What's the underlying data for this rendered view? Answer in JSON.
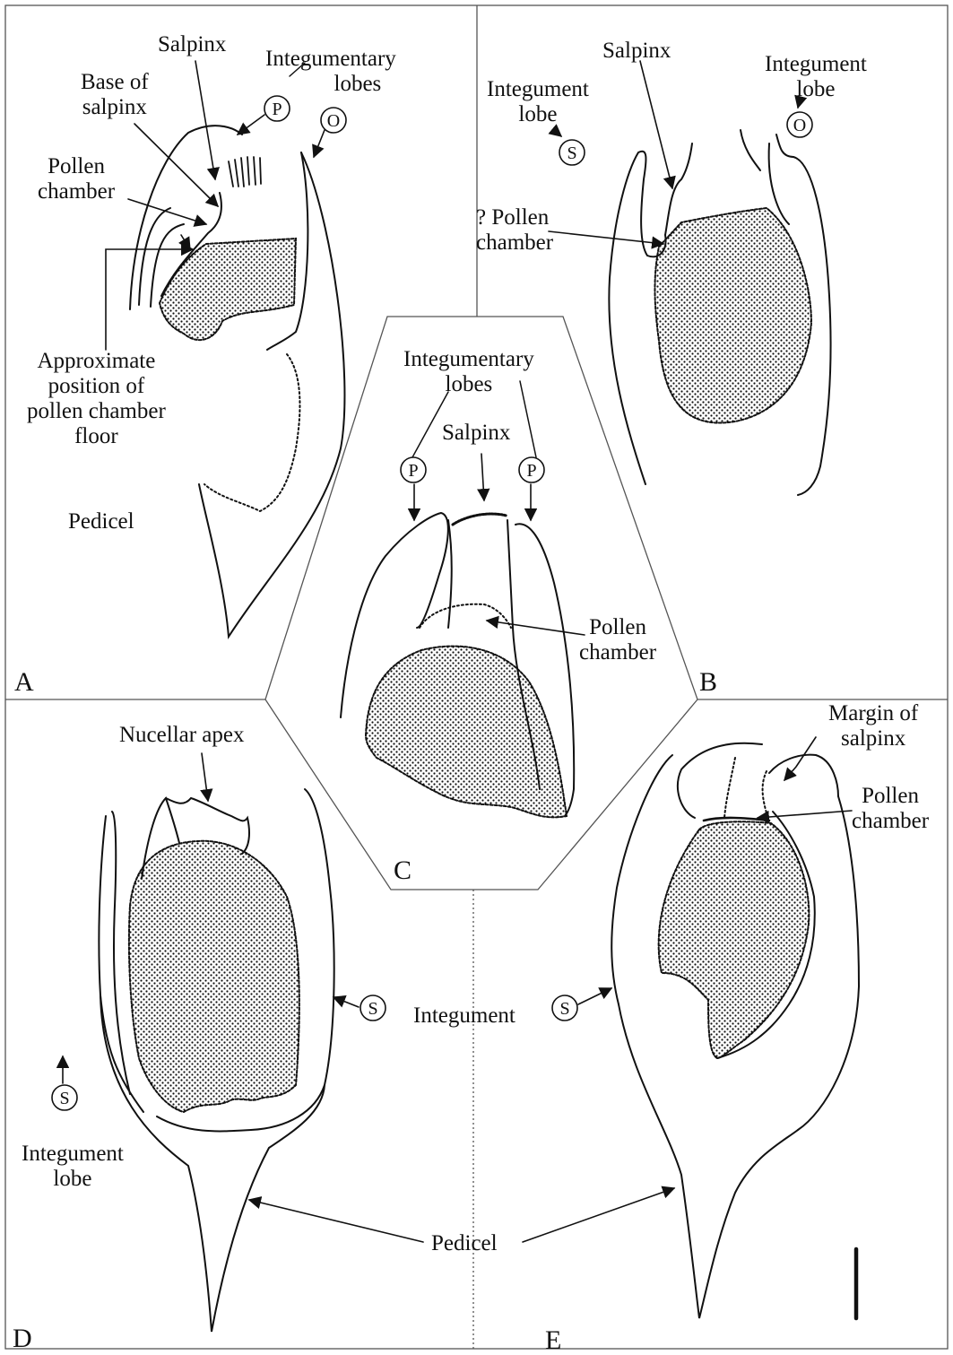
{
  "panels": {
    "A": {
      "letter": "A",
      "salpinx": "Salpinx",
      "base_of_salpinx": [
        "Base of",
        "salpinx"
      ],
      "integumentary_lobes": [
        "Integumentary",
        "lobes"
      ],
      "pollen_chamber": [
        "Pollen",
        "chamber"
      ],
      "approx_position": [
        "Approximate",
        "position of",
        "pollen chamber",
        "floor"
      ],
      "pedicel": "Pedicel",
      "markers": [
        "P",
        "O"
      ]
    },
    "B": {
      "letter": "B",
      "salpinx": "Salpinx",
      "integument_lobe_left": [
        "Integument",
        "lobe"
      ],
      "integument_lobe_right": [
        "Integument",
        "lobe"
      ],
      "pollen_chamber": [
        "? Pollen",
        "chamber"
      ],
      "markers": [
        "S",
        "O"
      ]
    },
    "C": {
      "letter": "C",
      "integumentary_lobes": [
        "Integumentary",
        "lobes"
      ],
      "salpinx": "Salpinx",
      "pollen_chamber": [
        "Pollen",
        "chamber"
      ],
      "markers": [
        "P",
        "P"
      ]
    },
    "D": {
      "letter": "D",
      "nucellar_apex": "Nucellar apex",
      "integument_lobe": [
        "Integument",
        "lobe"
      ],
      "markers": [
        "S",
        "S"
      ]
    },
    "E": {
      "letter": "E",
      "margin_of_salpinx": [
        "Margin of",
        "salpinx"
      ],
      "pollen_chamber": [
        "Pollen",
        "chamber"
      ],
      "markers": [
        "S"
      ]
    },
    "shared": {
      "integument": "Integument",
      "pedicel": "Pedicel"
    }
  },
  "colors": {
    "line": "#111111",
    "frame": "#555555",
    "background": "#ffffff"
  }
}
